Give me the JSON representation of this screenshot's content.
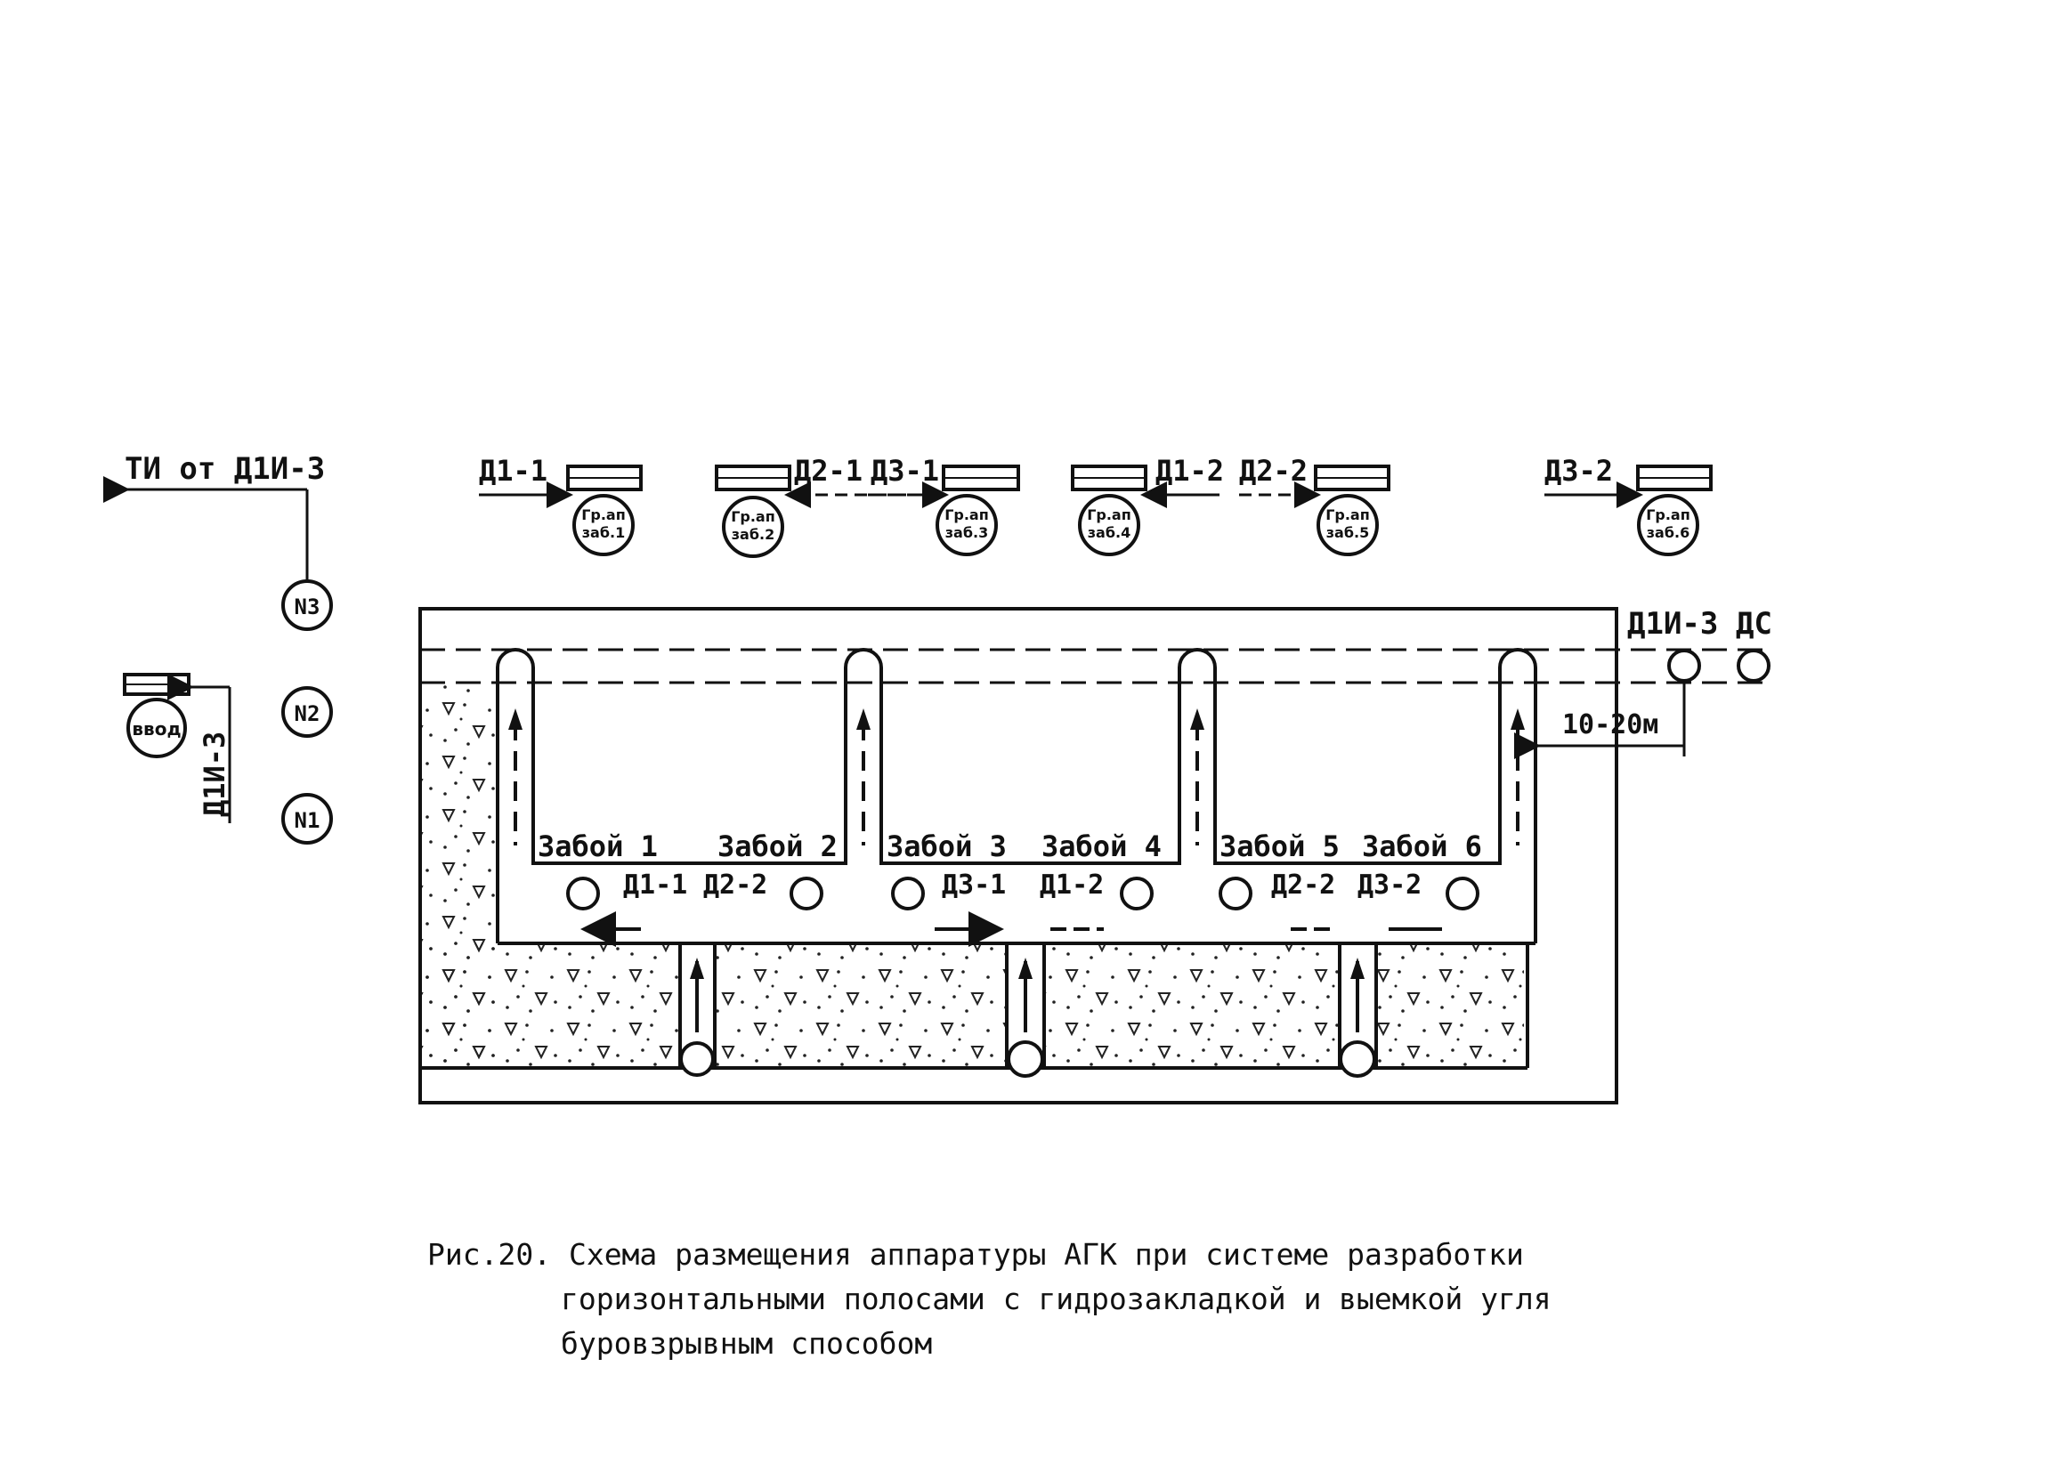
{
  "figure": {
    "number": "Рис.20.",
    "caption_lines": [
      "Схема размещения аппаратуры АГК при системе разработки",
      "горизонтальными полосами с гидрозакладкой и выемкой угля",
      "буровзрывным способом"
    ]
  },
  "left_panel": {
    "ti_label": "ТИ от Д1И-3",
    "stations": [
      "N3",
      "N2",
      "N1"
    ],
    "device_label": "Д1И-3",
    "circle_text": [
      "ввод"
    ]
  },
  "top_devices": [
    {
      "sensor": "Д1-1",
      "circle": [
        "Гр.ап",
        "заб.1"
      ]
    },
    {
      "sensor": "Д2-1",
      "circle": [
        "Гр.ап",
        "заб.2"
      ]
    },
    {
      "sensor": "Д3-1",
      "circle": [
        "Гр.ап",
        "заб.3"
      ]
    },
    {
      "sensor": "Д1-2",
      "circle": [
        "Гр.ап",
        "заб.4"
      ]
    },
    {
      "sensor": "Д2-2",
      "circle": [
        "Гр.ап",
        "заб.5"
      ]
    },
    {
      "sensor": "Д3-2",
      "circle": [
        "Гр.ап",
        "заб.6"
      ]
    }
  ],
  "faces": [
    "Забой 1",
    "Забой 2",
    "Забой 3",
    "Забой 4",
    "Забой 5",
    "Забой 6"
  ],
  "face_sensors": [
    "Д1-1",
    "Д2-2",
    "Д3-1",
    "Д1-2",
    "Д2-2",
    "Д3-2"
  ],
  "right_labels": {
    "d1i3": "Д1И-3",
    "ds": "ДС",
    "distance": "10-20м"
  }
}
